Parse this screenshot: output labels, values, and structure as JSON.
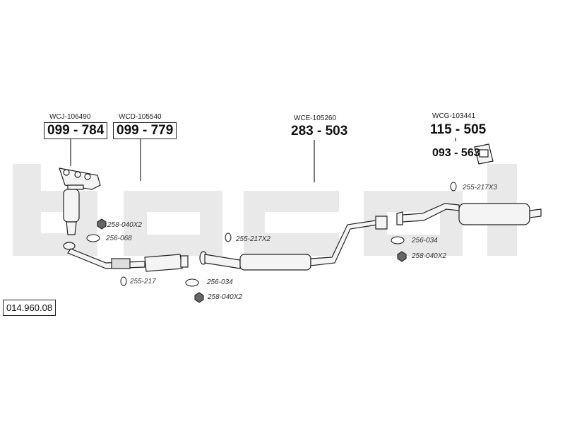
{
  "diagram_number": "014.960.08",
  "brand_watermark": "bosal",
  "parts": [
    {
      "id": "manifold-cat",
      "ref": "WCJ-106490",
      "number": "099 - 784"
    },
    {
      "id": "front-cat",
      "ref": "WCD-105540",
      "number": "099 - 779"
    },
    {
      "id": "middle-silencer",
      "ref": "WCE-105260",
      "number": "283 - 503"
    },
    {
      "id": "rear-silencer",
      "ref": "WCG-103441",
      "number": "115 - 505"
    },
    {
      "id": "rubber-mount",
      "ref": "",
      "number": "093 - 563"
    }
  ],
  "accessories": [
    {
      "id": "nut-1",
      "label": "258-040X2"
    },
    {
      "id": "gasket-1",
      "label": "256-068"
    },
    {
      "id": "clamp-1",
      "label": "255-217"
    },
    {
      "id": "gasket-2",
      "label": "256-034"
    },
    {
      "id": "nut-2",
      "label": "258-040X2"
    },
    {
      "id": "clamp-2",
      "label": "255-217X2"
    },
    {
      "id": "gasket-3",
      "label": "256-034"
    },
    {
      "id": "nut-3",
      "label": "258-040X2"
    },
    {
      "id": "clamp-3",
      "label": "255-217X3"
    }
  ]
}
